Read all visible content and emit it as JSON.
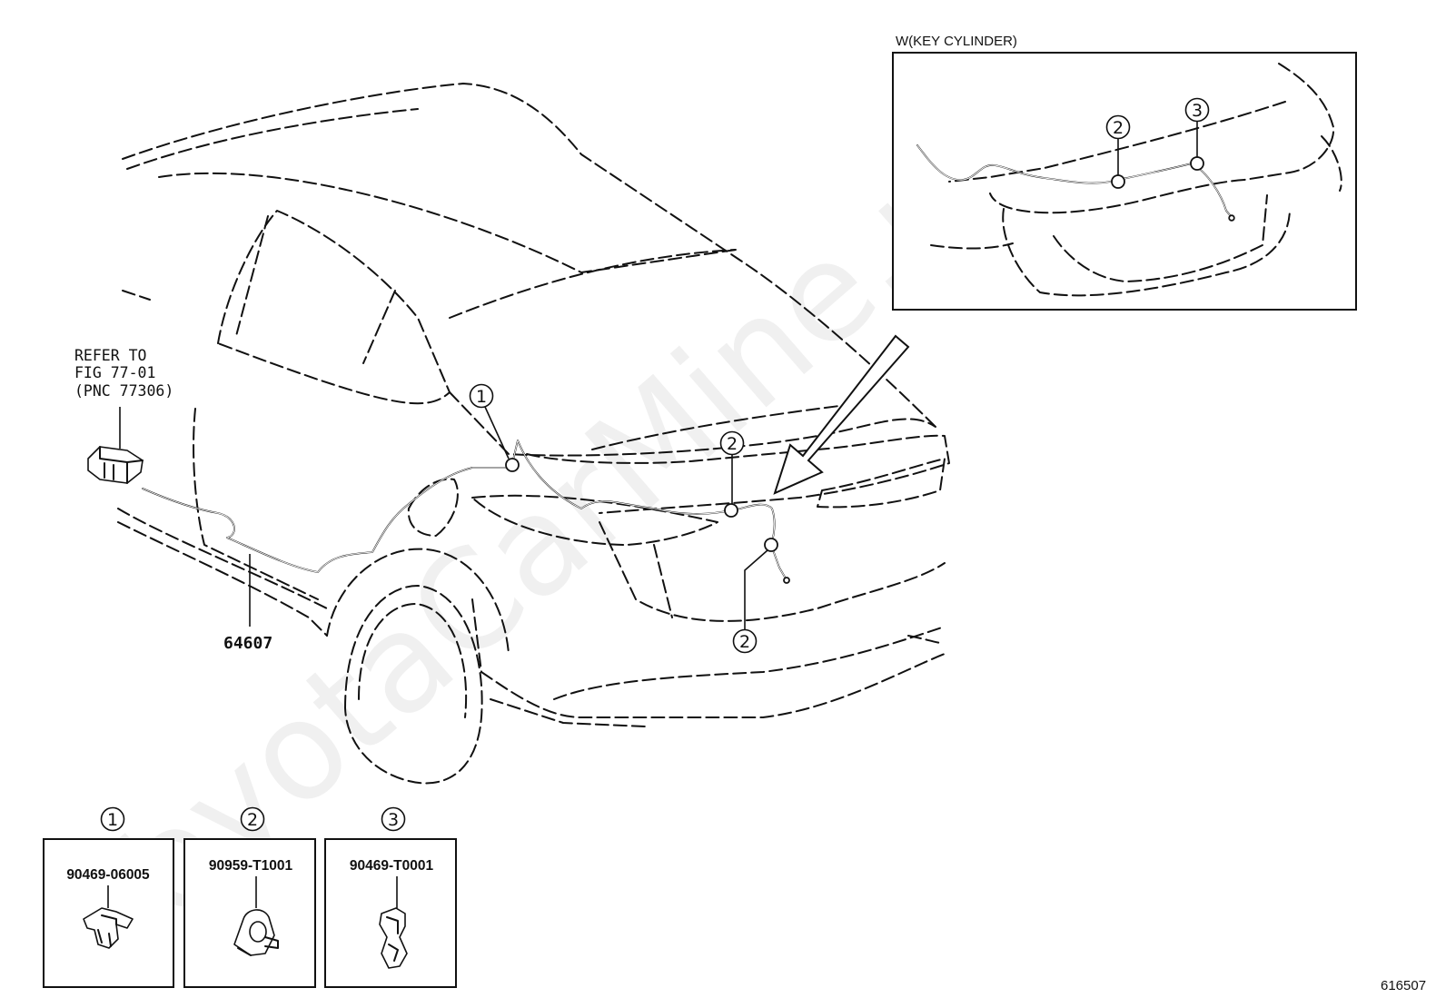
{
  "diagram": {
    "watermark": "ToyotaCarMine.ru",
    "figure_id": "616507",
    "reference_note": {
      "line1": "REFER TO",
      "line2": "FIG 77-01",
      "line3": "(PNC 77306)"
    },
    "main_part_number": "64607",
    "inset": {
      "title": "W(KEY CYLINDER)",
      "callouts": [
        "2",
        "3"
      ]
    },
    "main_callouts": [
      "1",
      "2",
      "2"
    ],
    "clip_parts": [
      {
        "callout": "1",
        "part_number": "90469-06005",
        "icon": "push-clip-icon"
      },
      {
        "callout": "2",
        "part_number": "90959-T1001",
        "icon": "cable-clamp-icon"
      },
      {
        "callout": "3",
        "part_number": "90469-T0001",
        "icon": "wire-clip-icon"
      }
    ]
  }
}
